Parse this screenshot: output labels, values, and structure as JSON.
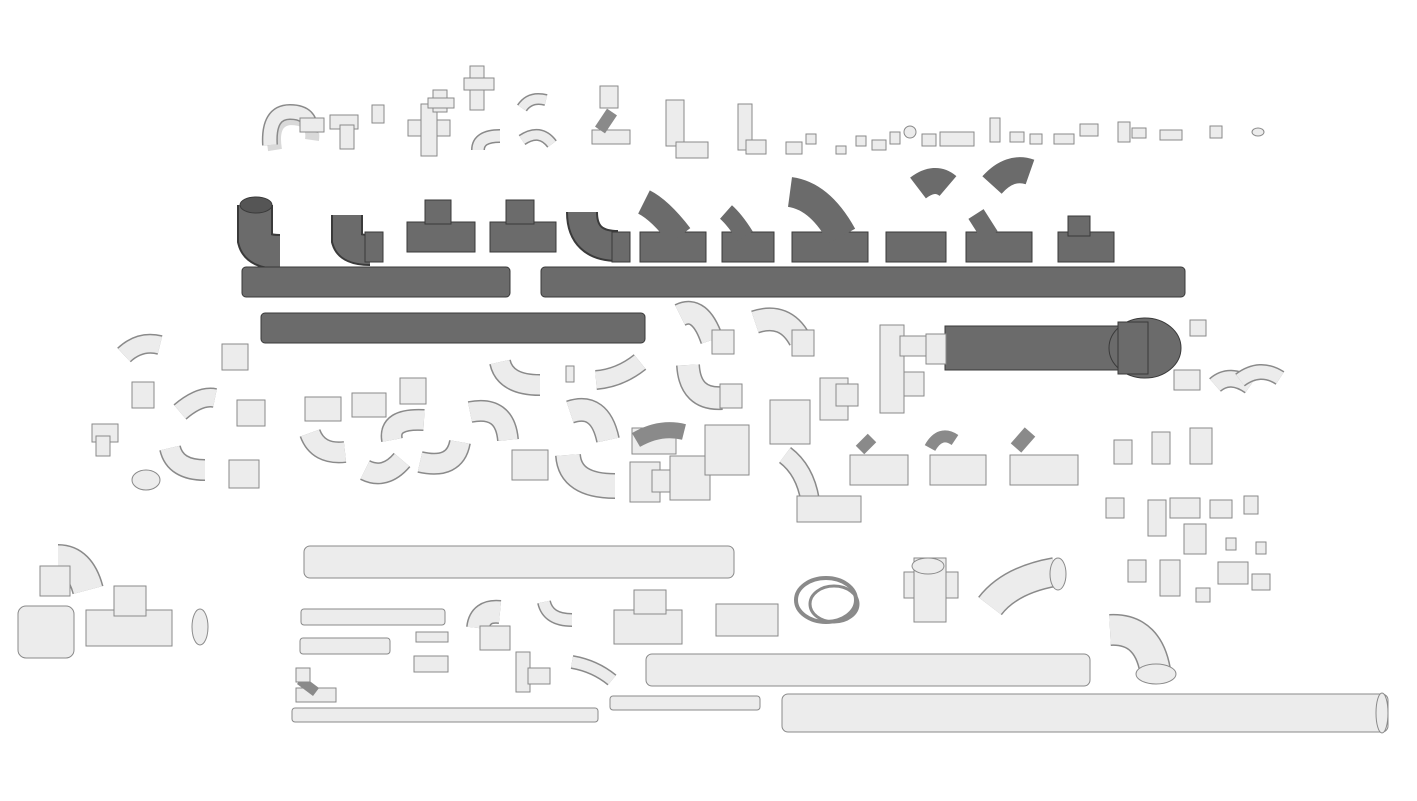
{
  "scene": {
    "background_color": "#ffffff",
    "shadow_color": "#d9d9d9",
    "dark_pipe_fill": "#6b6b6b",
    "dark_pipe_stroke": "#3a3a3a",
    "light_pipe_fill": "#ececec",
    "light_pipe_stroke": "#8a8a8a",
    "groups": [
      {
        "name": "small-fittings-top-row",
        "material": "light",
        "part_type": "fitting"
      },
      {
        "name": "dark-fittings-row",
        "material": "dark",
        "part_type": "fitting"
      },
      {
        "name": "dark-pipes",
        "material": "dark",
        "part_type": "pipe"
      },
      {
        "name": "light-fittings-middle",
        "material": "light",
        "part_type": "fitting"
      },
      {
        "name": "dark-reducer-pipe",
        "material": "dark",
        "part_type": "pipe"
      },
      {
        "name": "light-fittings-bottom",
        "material": "light",
        "part_type": "fitting"
      },
      {
        "name": "light-pipes-bottom",
        "material": "light",
        "part_type": "pipe"
      }
    ]
  }
}
